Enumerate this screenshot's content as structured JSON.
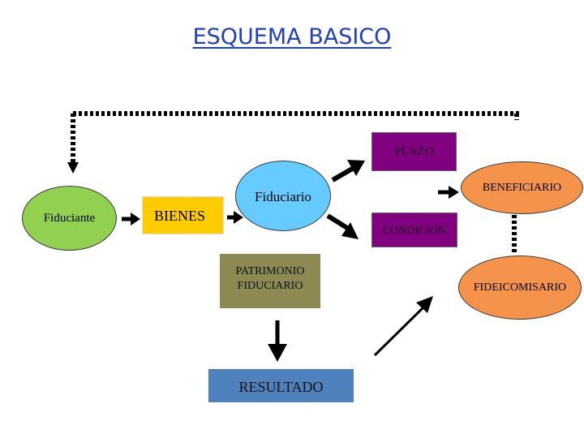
{
  "title": "ESQUEMA BASICO",
  "nodes": {
    "fiduciante": "Fiduciante",
    "bienes": "BIENES",
    "fiduciario": "Fiduciario",
    "plazo": "PLAZO",
    "condicion": "CONDICION",
    "beneficiario": "BENEFICIARIO",
    "fideicomisario": "FIDEICOMISARIO",
    "patrimonio": [
      "PATRIMONIO",
      "FIDUCIARIO"
    ],
    "resultado": "RESULTADO"
  },
  "colors": {
    "title": "#1f3fbf",
    "fiduciante": "#92d050",
    "bienes": "#ffcc00",
    "fiduciario": "#66ccff",
    "plazo_condicion": "#800080",
    "beneficiario_fideicomisario": "#f5934b",
    "patrimonio": "#8c8a52",
    "resultado": "#4f81bd"
  }
}
